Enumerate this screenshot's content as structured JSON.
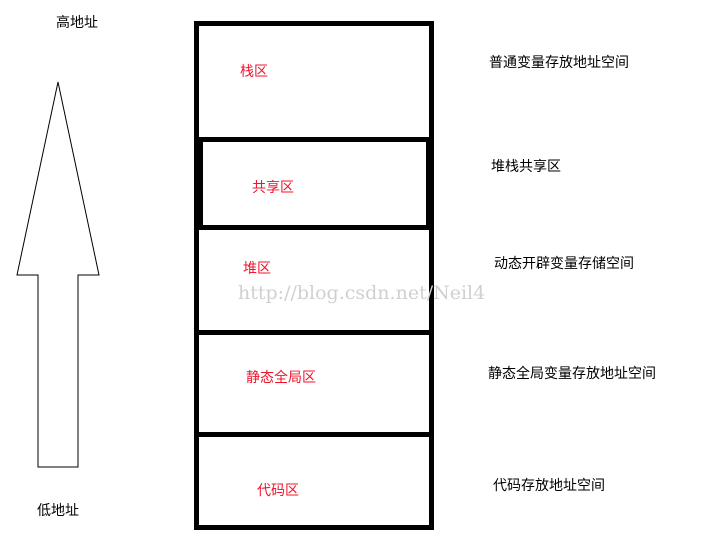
{
  "arrow": {
    "top_label": "高地址",
    "bottom_label": "低地址",
    "direction": "up"
  },
  "regions": [
    {
      "name": "栈区",
      "description": "普通变量存放地址空间"
    },
    {
      "name": "共享区",
      "description": "堆栈共享区"
    },
    {
      "name": "堆区",
      "description": "动态开辟变量存储空间"
    },
    {
      "name": "静态全局区",
      "description": "静态全局变量存放地址空间"
    },
    {
      "name": "代码区",
      "description": "代码存放地址空间"
    }
  ],
  "watermark": "http://blog.csdn.net/Neil4",
  "colors": {
    "region_label": "#f0142d",
    "border": "#000000"
  }
}
